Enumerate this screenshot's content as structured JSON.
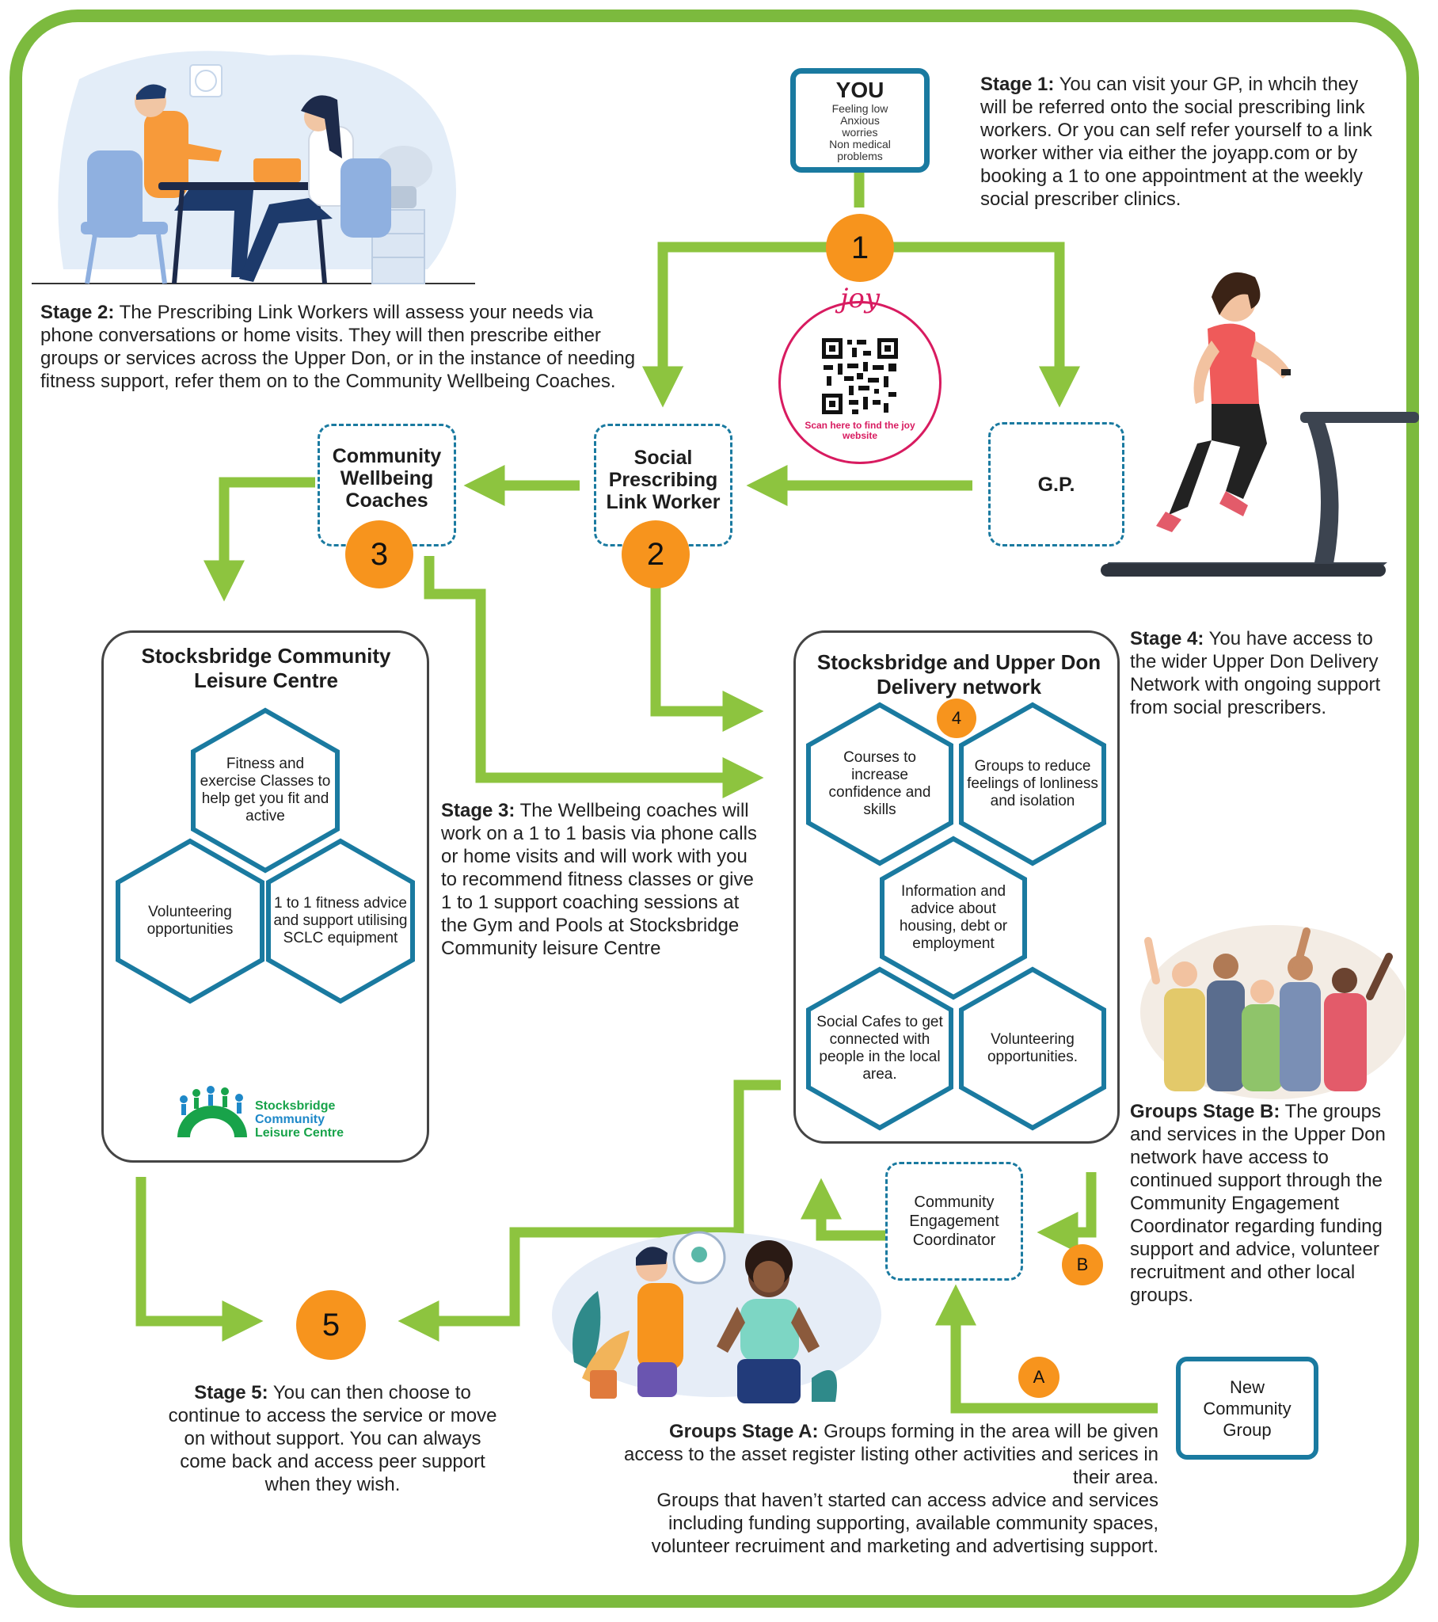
{
  "colors": {
    "frame": "#7cba3e",
    "arrow": "#8dc43f",
    "box": "#1a7aa0",
    "badge": "#f7941d",
    "joy": "#d81b60"
  },
  "you": {
    "title": "YOU",
    "lines": [
      "Feeling low",
      "Anxious",
      "worries",
      "Non medical",
      "problems"
    ]
  },
  "stage1": {
    "label": "Stage 1:",
    "text": "You can visit your GP, in whcih they will be referred onto the social prescribing link workers. Or you can self refer yourself to a link worker wither via either the joyapp.com or by booking a 1 to one appointment at the weekly social prescriber clinics."
  },
  "stage2": {
    "label": "Stage 2:",
    "text": "The Prescribing Link Workers will assess your needs via phone conversations or home visits. They will then prescribe either groups or services across the Upper Don, or in the instance of needing fitness support, refer them on to the Community Wellbeing Coaches."
  },
  "stage3": {
    "label": "Stage 3:",
    "text": "The Wellbeing coaches will work on a 1 to 1 basis via phone calls or home visits and will work with you to recommend fitness classes or give 1 to 1 support coaching sessions at the Gym and Pools at Stocksbridge Community leisure Centre"
  },
  "stage4": {
    "label": "Stage 4:",
    "text": "You have access to the wider Upper Don Delivery Network with ongoing support from social prescribers."
  },
  "stage5": {
    "label": "Stage 5:",
    "text": "You can then choose to continue to access the service or move on without support. You can always come back and access peer support when they wish."
  },
  "groups_b": {
    "label": "Groups Stage B:",
    "text": "The groups and services in the Upper Don network have access to continued support through the Community Engagement Coordinator regarding funding support and advice, volunteer recruitment and other local groups."
  },
  "groups_a": {
    "label": "Groups Stage A:",
    "text": "Groups forming in the area will be given access to the asset register listing other activities and serices in their area.",
    "text2": "Groups that haven’t started can access advice and services including funding supporting, available community spaces, volunteer recruiment and marketing and advertising support."
  },
  "badges": {
    "one": "1",
    "two": "2",
    "three": "3",
    "four": "4",
    "five": "5",
    "a": "A",
    "b": "B"
  },
  "joy": {
    "logo": "joy",
    "caption": "Scan here to find the joy website"
  },
  "nodes": {
    "slw": "Social Prescribing Link Worker",
    "cwc": "Community Wellbeing Coaches",
    "gp": "G.P.",
    "cec": "Community Engagement Coordinator",
    "ncg": "New Community Group"
  },
  "sclc": {
    "title": "Stocksbridge Community Leisure Centre",
    "hex1": "Fitness and exercise Classes to help get you fit and active",
    "hex2": "Volunteering opportunities",
    "hex3": "1 to 1 fitness advice and support utilising SCLC equipment",
    "logo": [
      "Stocksbridge",
      "Community",
      "Leisure Centre"
    ]
  },
  "network": {
    "title": "Stocksbridge and Upper Don Delivery network",
    "hex1": "Courses to increase confidence and skills",
    "hex2": "Groups to reduce feelings of lonliness and isolation",
    "hex3": "Information and advice about housing, debt or employment",
    "hex4": "Social Cafes to get connected with people in the local area.",
    "hex5": "Volunteering opportunities."
  }
}
